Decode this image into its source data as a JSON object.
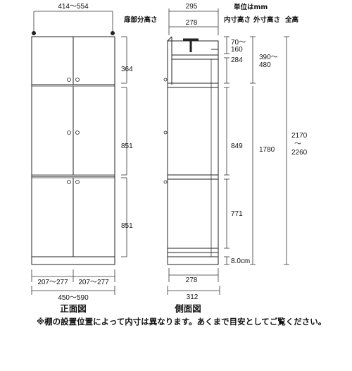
{
  "units_label": "単位はmm",
  "headers": {
    "door_height": "扉部分高さ",
    "inner_height": "内寸高さ",
    "outer_height": "外寸高さ",
    "total_height": "全高"
  },
  "front": {
    "top_width": "414〜554",
    "door_height_top": "364",
    "door_height_mid": "851",
    "door_height_bottom": "851",
    "bottom_left_width": "207〜277",
    "bottom_right_width": "207〜277",
    "total_width": "450〜590",
    "caption": "正面図"
  },
  "side": {
    "top_outer_depth": "295",
    "top_inner_depth": "278",
    "inner_top_range": "70〜\n160",
    "inner_top_fixed": "284",
    "inner_mid": "849",
    "inner_low": "771",
    "inner_base": "8.0cm",
    "outer_upper": "390〜\n480",
    "outer_lower": "1780",
    "total_height": "2170\n〜\n2260",
    "bottom_inner_depth": "278",
    "bottom_outer_depth": "312",
    "caption": "側面図"
  },
  "note": "※棚の設置位置によって内寸は異なります。あくまで目安としてご覧ください。"
}
